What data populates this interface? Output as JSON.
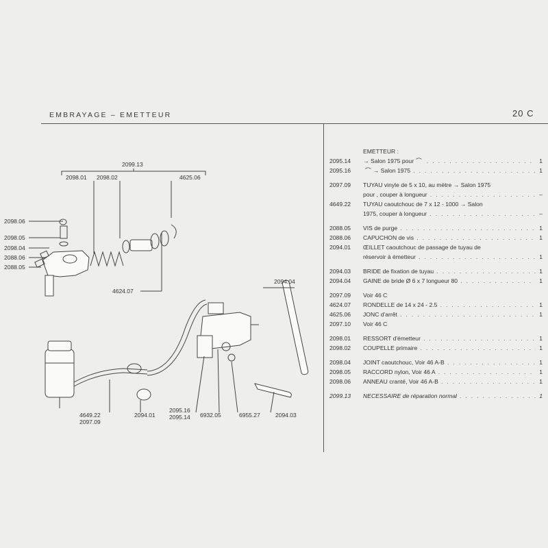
{
  "header": {
    "title": "EMBRAYAGE – EMETTEUR",
    "page": "20 C"
  },
  "diagram": {
    "labels": {
      "kit": "2099.13",
      "l209801": "2098.01",
      "l209802": "2098.02",
      "l462506": "4625.06",
      "l209806": "2098.06",
      "l209805": "2098.05",
      "l209804": "2098.04",
      "l208806": "2088.06",
      "l208805": "2088.05",
      "l462407": "4624.07",
      "l209404": "2094.04",
      "l464922": "4649.22",
      "l209709": "2097.09",
      "l209401": "2094.01",
      "l209516": "2095.16",
      "l209514": "2095.14",
      "l693205": "6932.05",
      "l695527": "6955.27",
      "l209403": "2094.03"
    }
  },
  "parts": {
    "heading": "EMETTEUR :",
    "groups": [
      [
        {
          "code": "2095.14",
          "desc": "→ Salon 1975 pour",
          "sym": "arc-icon",
          "qty": "1"
        },
        {
          "code": "2095.16",
          "desc": "→ Salon 1975",
          "sym": "arc-icon",
          "sym_first": true,
          "qty": "1"
        }
      ],
      [
        {
          "code": "2097.09",
          "desc": "TUYAU vinyle de 5 x 10, au mètre → Salon 1975"
        },
        {
          "code": "",
          "desc": "pour      , couper à longueur",
          "qty": "–"
        },
        {
          "code": "4649.22",
          "desc": "TUYAU caoutchouc de 7 x 12 - 1000      → Salon"
        },
        {
          "code": "",
          "desc": "1975, couper à longueur",
          "qty": "–"
        }
      ],
      [
        {
          "code": "2088.05",
          "desc": "VIS de purge",
          "qty": "1"
        },
        {
          "code": "2088.06",
          "desc": "CAPUCHON de vis",
          "qty": "1"
        },
        {
          "code": "2094.01",
          "desc": "ŒILLET caoutchouc de passage de tuyau de"
        },
        {
          "code": "",
          "desc": "réservoir à émetteur",
          "qty": "1"
        }
      ],
      [
        {
          "code": "2094.03",
          "desc": "BRIDE de fixation de tuyau",
          "qty": "1"
        },
        {
          "code": "2094.04",
          "desc": "GAINE de bride Ø 6 x 7 longueur 80",
          "qty": "1"
        }
      ],
      [
        {
          "code": "2097.09",
          "desc": "Voir 46 C"
        },
        {
          "code": "4624.07",
          "desc": "RONDELLE de 14 x 24 - 2.5",
          "qty": "1"
        },
        {
          "code": "4625.06",
          "desc": "JONC d'arrêt",
          "qty": "1"
        },
        {
          "code": "2097.10",
          "desc": "Voir 46 C"
        }
      ],
      [
        {
          "code": "2098.01",
          "desc": "RESSORT d'émetteur",
          "qty": "1"
        },
        {
          "code": "2098.02",
          "desc": "COUPELLE primaire",
          "qty": "1"
        }
      ],
      [
        {
          "code": "2098.04",
          "desc": "JOINT caoutchouc, Voir 46 A-B",
          "qty": "1"
        },
        {
          "code": "2098.05",
          "desc": "RACCORD nylon, Voir 46 A",
          "qty": "1"
        },
        {
          "code": "2098.06",
          "desc": "ANNEAU cranté, Voir 46 A-B",
          "qty": "1"
        }
      ],
      [
        {
          "code": "2099.13",
          "desc": "NECESSAIRE de réparation normal",
          "qty": "1",
          "italic": true
        }
      ]
    ]
  }
}
